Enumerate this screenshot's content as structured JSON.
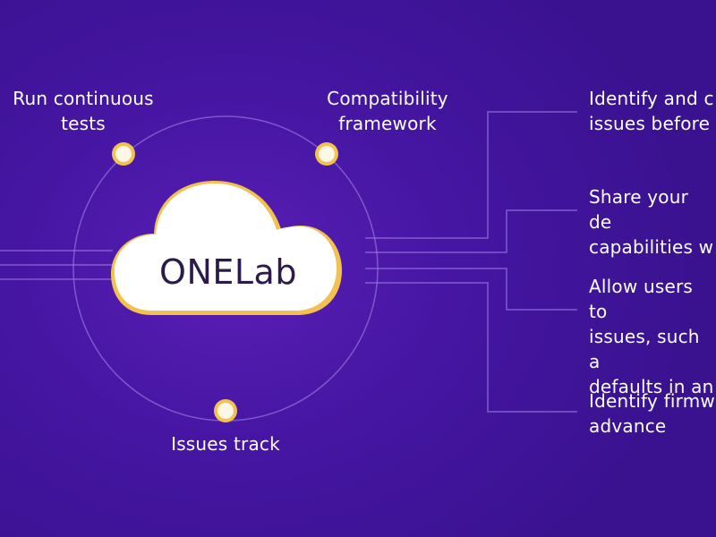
{
  "diagram": {
    "hub_label": "ONELab",
    "orbit_labels": {
      "top_left": "Run continuous\ntests",
      "top_right": "Compatibility\nframework",
      "bottom": "Issues track"
    },
    "benefits": [
      "Identify and c\nissues before",
      "Share your de\ncapabilities w",
      "Allow users to\nissues, such a\ndefaults in an",
      "Identify firmw\nadvance"
    ]
  },
  "colors": {
    "background": "#4616a3",
    "lines": "#8f6fd9",
    "node_fill": "#fff7e6",
    "node_ring": "#f2c14e",
    "cloud_fill": "#ffffff",
    "cloud_accent": "#f2c14e"
  }
}
